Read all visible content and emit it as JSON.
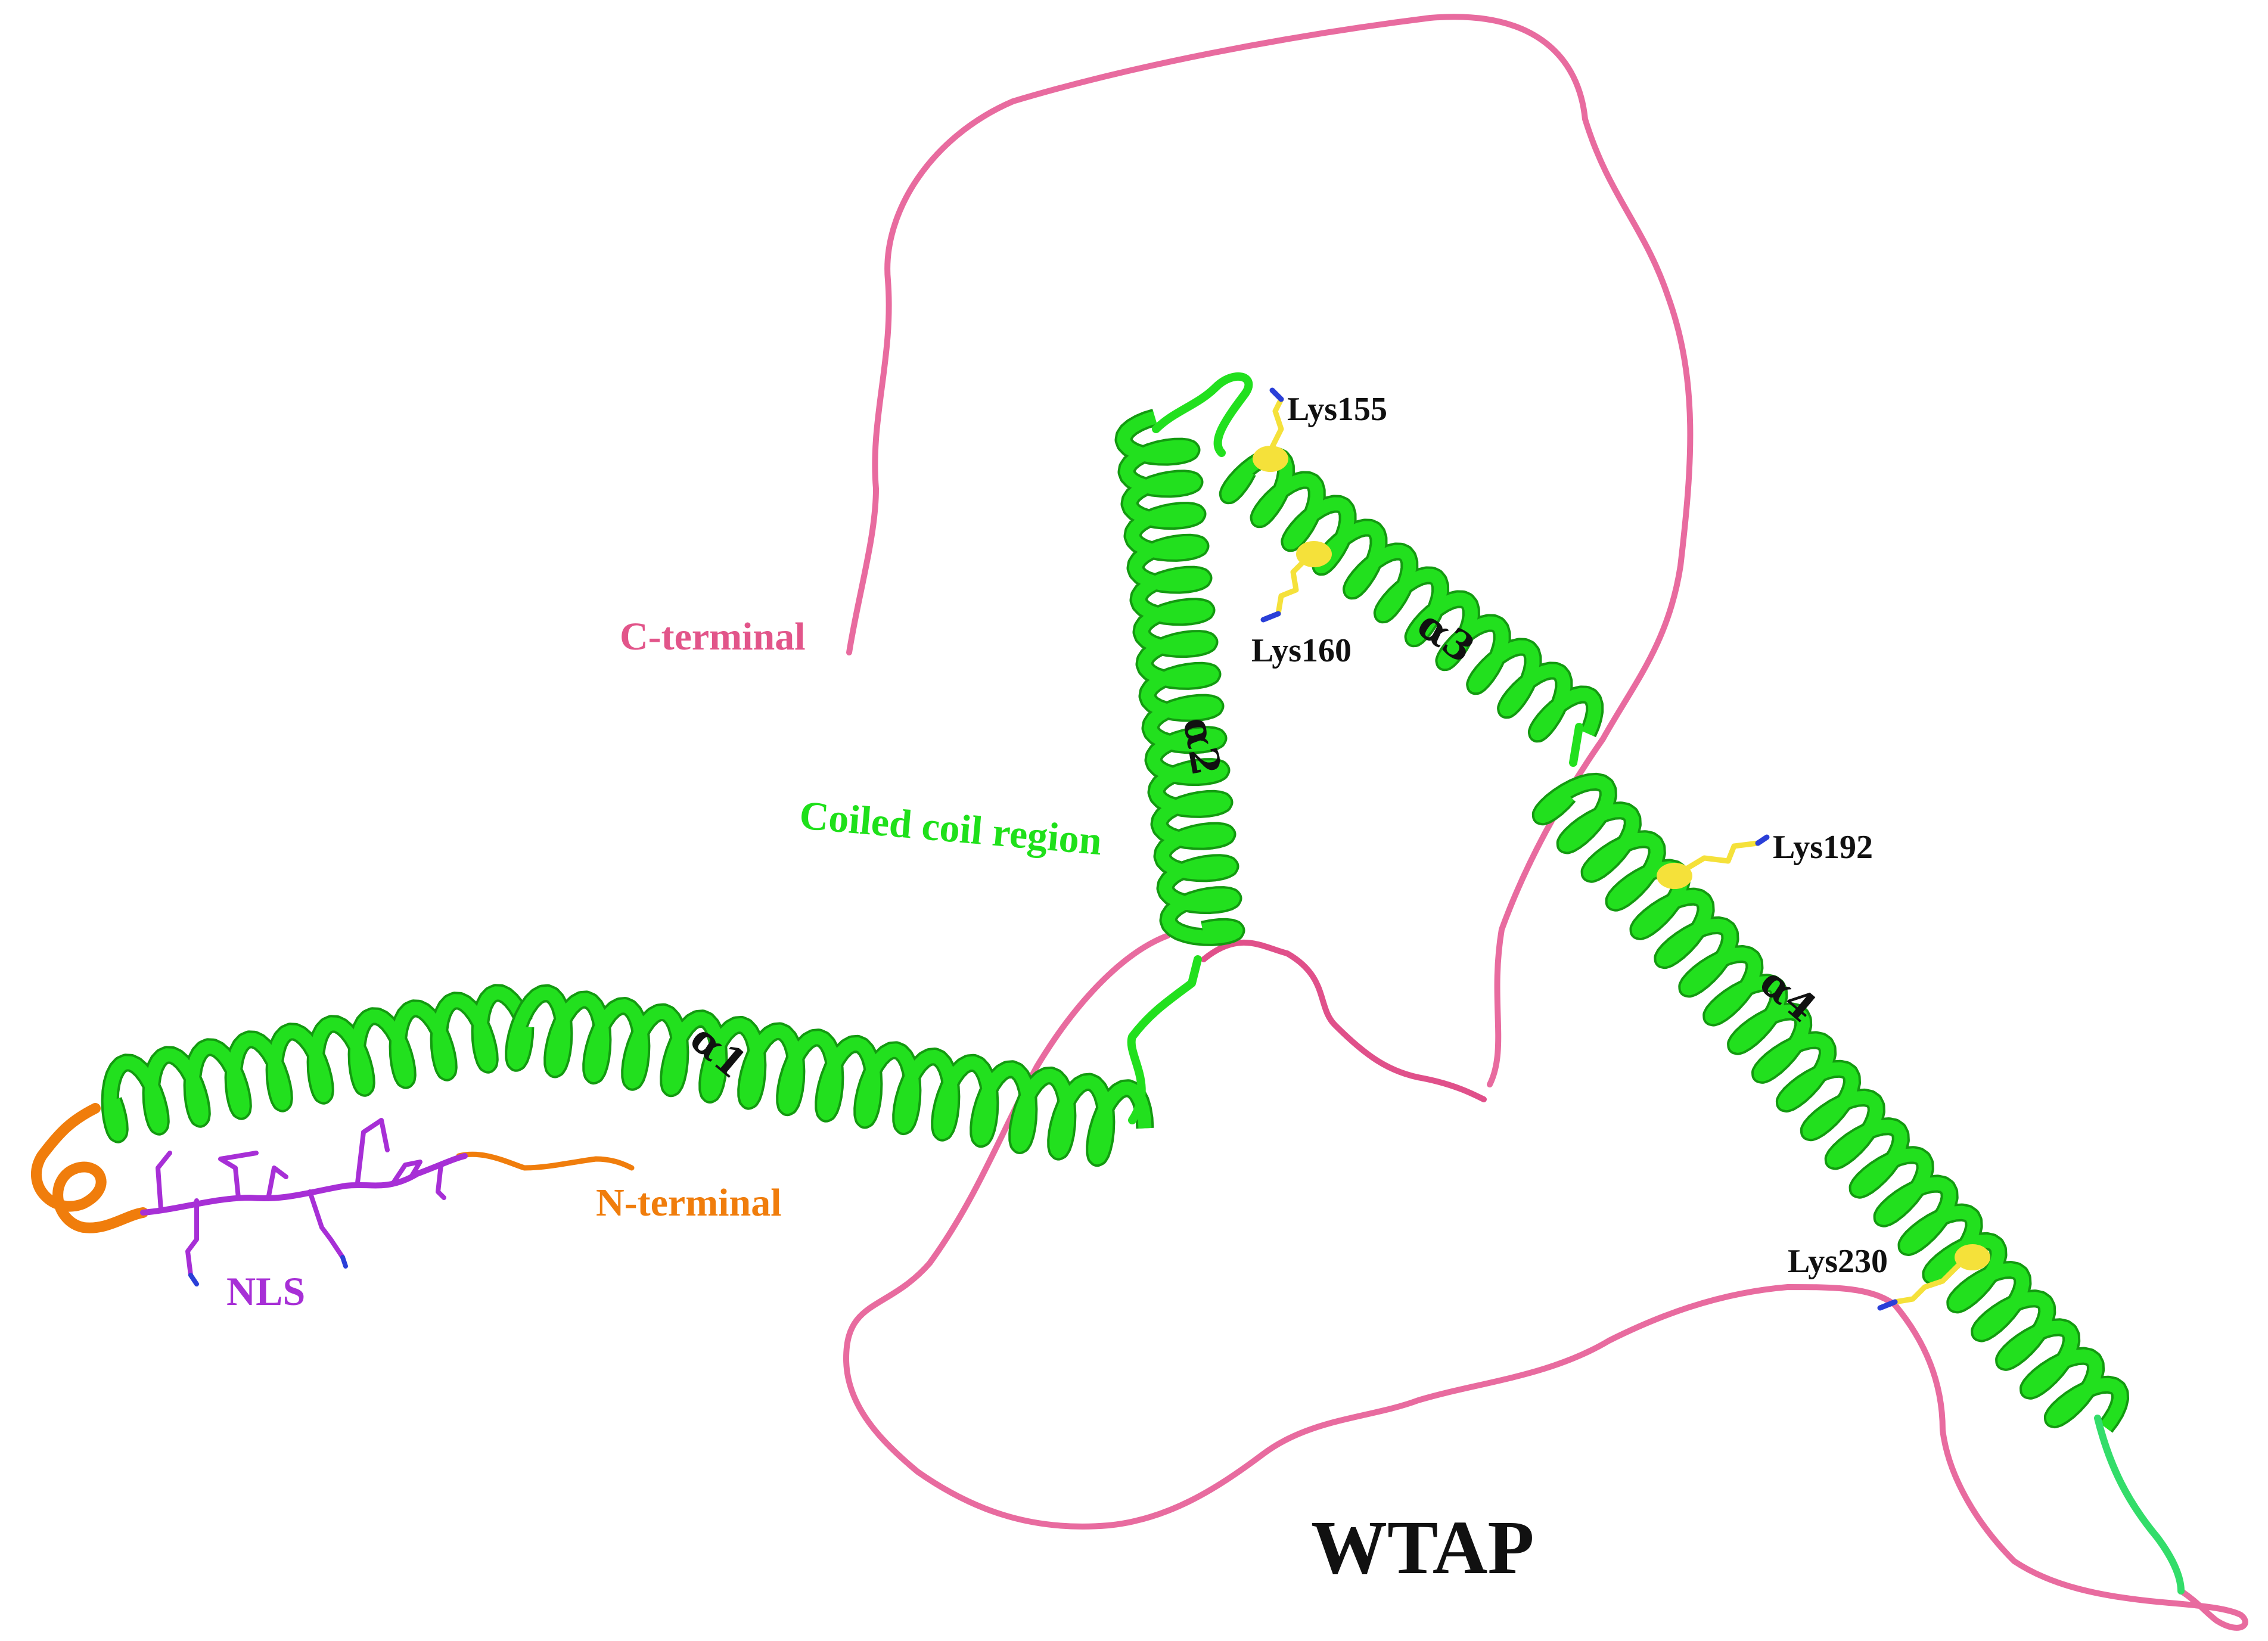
{
  "title": "WTAP",
  "regions": {
    "c_terminal": {
      "label": "C-terminal",
      "color": "#e2558a"
    },
    "n_terminal": {
      "label": "N-terminal",
      "color": "#f07d0c"
    },
    "nls": {
      "label": "NLS",
      "color": "#a72fd6"
    },
    "coiled_coil": {
      "label": "Coiled coil region",
      "color": "#1fe01a"
    }
  },
  "helices": [
    "α1",
    "α2",
    "α3",
    "α4"
  ],
  "residues": [
    "Lys155",
    "Lys160",
    "Lys192",
    "Lys230"
  ],
  "colors": {
    "loop": "#ef6fa6",
    "helix": "#22e01e",
    "helix_dark": "#139a10",
    "lysine": "#f5e13a",
    "nitrogen": "#2a3fd8",
    "text": "#111111"
  }
}
